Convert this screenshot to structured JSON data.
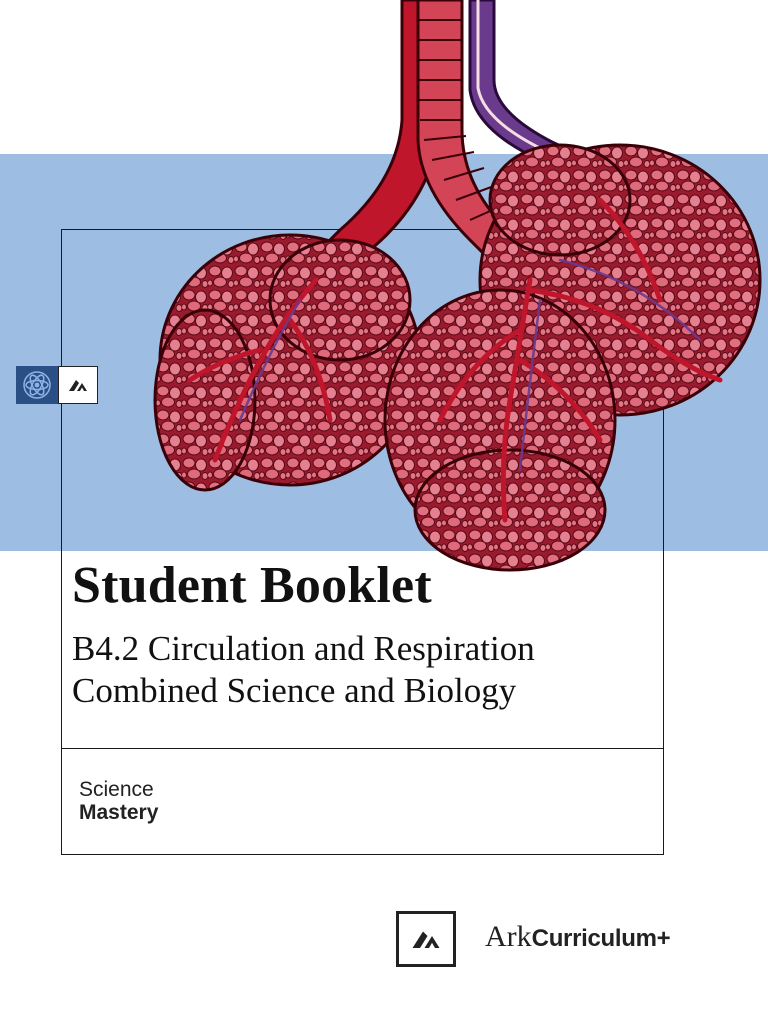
{
  "cover": {
    "title": "Student Booklet",
    "subtitle_line1": "B4.2 Circulation and Respiration",
    "subtitle_line2": "Combined Science and Biology"
  },
  "brand": {
    "line1": "Science",
    "line2": "Mastery"
  },
  "footer": {
    "ark": "Ark",
    "curriculum": "Curriculum+"
  },
  "icons": {
    "subject_badge": "atom-icon",
    "ark_badge": "ark-logo-icon",
    "illustration": "lung-alveoli-illustration"
  },
  "colors": {
    "band": "#9dbde2",
    "badge_blue": "#2a4f86",
    "alveoli_fill": "#e0707f",
    "vessel_red": "#c0162c",
    "vessel_dark": "#7a0f1e",
    "vein_purple": "#6a3a8c"
  }
}
